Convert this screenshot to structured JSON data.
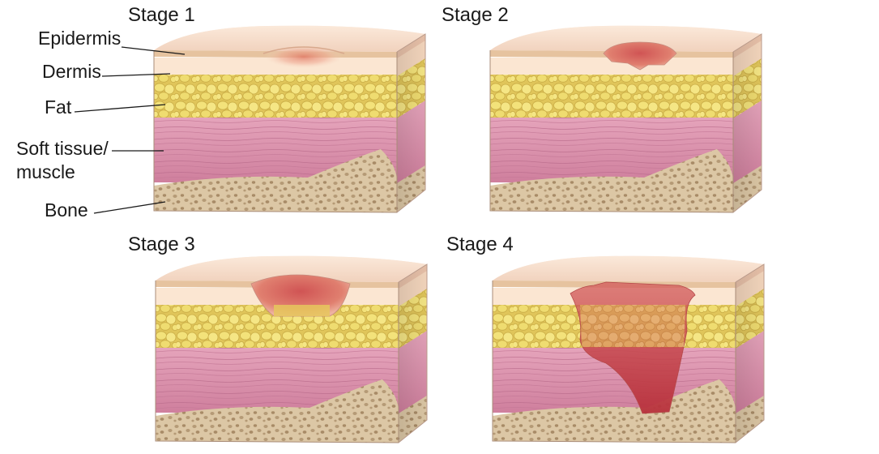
{
  "stages": [
    {
      "id": "stage-1",
      "title": "Stage 1"
    },
    {
      "id": "stage-2",
      "title": "Stage 2"
    },
    {
      "id": "stage-3",
      "title": "Stage 3"
    },
    {
      "id": "stage-4",
      "title": "Stage 4"
    }
  ],
  "layer_labels": {
    "epidermis": "Epidermis",
    "dermis": "Dermis",
    "fat": "Fat",
    "soft_tissue_line1": "Soft tissue/",
    "soft_tissue_line2": "muscle",
    "bone": "Bone"
  },
  "colors": {
    "skin_top": "#f6dcc6",
    "epidermis": "#e8c6a6",
    "dermis": "#fbe6d2",
    "fat": "#ecd86b",
    "fat_lobule": "#f3e27a",
    "muscle": "#d98aa6",
    "bone": "#dcc7a5",
    "wound": "#d85a5a"
  }
}
